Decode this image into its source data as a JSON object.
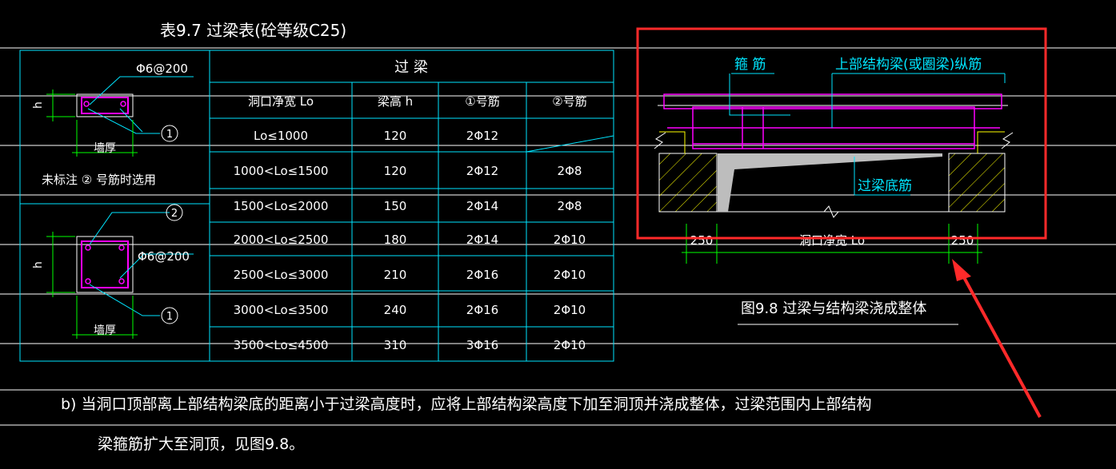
{
  "colors": {
    "background": "#000000",
    "white": "#ffffff",
    "cyan": "#00e5ff",
    "green": "#00ff00",
    "magenta": "#ff00ff",
    "yellow": "#ffff00",
    "red": "#ff2a2a",
    "gray": "#bdbdbd"
  },
  "table": {
    "title": "表9.7   过梁表(砼等级C25)",
    "header_main": "过   梁",
    "col_width": "洞口净宽 Lo",
    "col_height": "梁高 h",
    "col_bar1": "①号筋",
    "col_bar2": "②号筋",
    "rows": [
      {
        "width": "Lo≤1000",
        "height": "120",
        "bar1": "2Φ12",
        "bar2": ""
      },
      {
        "width": "1000<Lo≤1500",
        "height": "120",
        "bar1": "2Φ12",
        "bar2": "2Φ8"
      },
      {
        "width": "1500<Lo≤2000",
        "height": "150",
        "bar1": "2Φ14",
        "bar2": "2Φ8"
      },
      {
        "width": "2000<Lo≤2500",
        "height": "180",
        "bar1": "2Φ14",
        "bar2": "2Φ10"
      },
      {
        "width": "2500<Lo≤3000",
        "height": "210",
        "bar1": "2Φ16",
        "bar2": "2Φ10"
      },
      {
        "width": "3000<Lo≤3500",
        "height": "240",
        "bar1": "2Φ16",
        "bar2": "2Φ10"
      },
      {
        "width": "3500<Lo≤4500",
        "height": "310",
        "bar1": "3Φ16",
        "bar2": "2Φ10"
      }
    ]
  },
  "sections": {
    "top_stirrup": "Φ6@200",
    "top_h": "h",
    "top_bar": "1",
    "top_wall": "墙厚",
    "note": "未标注 ② 号筋时选用",
    "bottom_bar2": "2",
    "bottom_h": "h",
    "bottom_stirrup": "Φ6@200",
    "bottom_bar1": "1",
    "bottom_wall": "墙厚"
  },
  "figure": {
    "stirrup_label": "箍 筋",
    "upper_label": "上部结构梁(或圈梁)纵筋",
    "bottom_label": "过梁底筋",
    "dim_left": "250",
    "dim_mid": "洞口净宽 Lo",
    "dim_right": "250",
    "caption": "图9.8  过梁与结构梁浇成整体"
  },
  "paragraph": {
    "line1": "b)  当洞口顶部离上部结构梁底的距离小于过梁高度时，应将上部结构梁高度下加至洞顶并浇成整体，过梁范围内上部结构",
    "line2": "梁箍筋扩大至洞顶，见图9.8。"
  }
}
